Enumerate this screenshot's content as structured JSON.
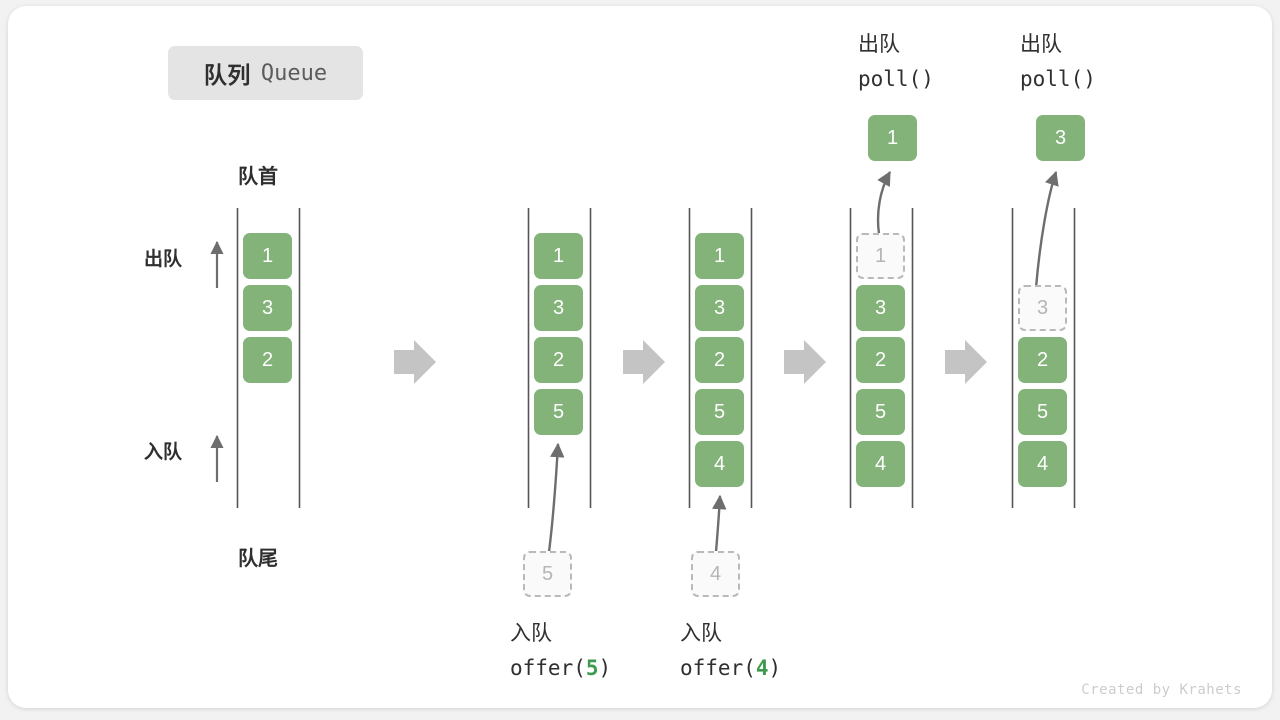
{
  "title": {
    "cn": "队列",
    "en": "Queue"
  },
  "labels": {
    "front": "队首",
    "rear": "队尾",
    "dequeue": "出队",
    "enqueue": "入队"
  },
  "watermark": "Created by Krahets",
  "colors": {
    "cell_fill": "#83b379",
    "cell_text": "#ffffff",
    "ghost_border": "#b9b9b9",
    "ghost_text": "#b5b5b5",
    "arrow_gray": "#c4c4c4",
    "curve_gray": "#6e6e6e",
    "accent_green": "#3f9a4f",
    "badge_bg": "#e4e4e4",
    "text_dark": "#2f2f2f",
    "rail": "#555555"
  },
  "steps": [
    {
      "id": "step-1-initial",
      "cells": [
        "1",
        "3",
        "2"
      ],
      "ghost_index": -1,
      "ghost_value": "",
      "caption_cn": "",
      "caption_code": "",
      "caption_num": ""
    },
    {
      "id": "step-2-offer-5",
      "cells": [
        "1",
        "3",
        "2",
        "5"
      ],
      "ghost_index": -1,
      "ghost_value": "5",
      "caption_cn": "入队",
      "caption_code_prefix": "offer(",
      "caption_num": "5",
      "caption_code_suffix": ")"
    },
    {
      "id": "step-3-offer-4",
      "cells": [
        "1",
        "3",
        "2",
        "5",
        "4"
      ],
      "ghost_index": -1,
      "ghost_value": "4",
      "caption_cn": "入队",
      "caption_code_prefix": "offer(",
      "caption_num": "4",
      "caption_code_suffix": ")"
    },
    {
      "id": "step-4-poll-1",
      "cells": [
        "3",
        "2",
        "5",
        "4"
      ],
      "ghost_index": 0,
      "ghost_value": "1",
      "popped_value": "1",
      "caption_cn": "出队",
      "caption_code": "poll()"
    },
    {
      "id": "step-5-poll-3",
      "cells": [
        "2",
        "5",
        "4"
      ],
      "ghost_index": 1,
      "ghost_value": "3",
      "popped_value": "3",
      "caption_cn": "出队",
      "caption_code": "poll()"
    }
  ],
  "poll_labels": [
    {
      "cn": "出队",
      "code": "poll()",
      "value": "1"
    },
    {
      "cn": "出队",
      "code": "poll()",
      "value": "3"
    }
  ],
  "offer_labels": [
    {
      "cn": "入队",
      "code": "offer(5)",
      "value": "5"
    },
    {
      "cn": "入队",
      "code": "offer(4)",
      "value": "4"
    }
  ]
}
